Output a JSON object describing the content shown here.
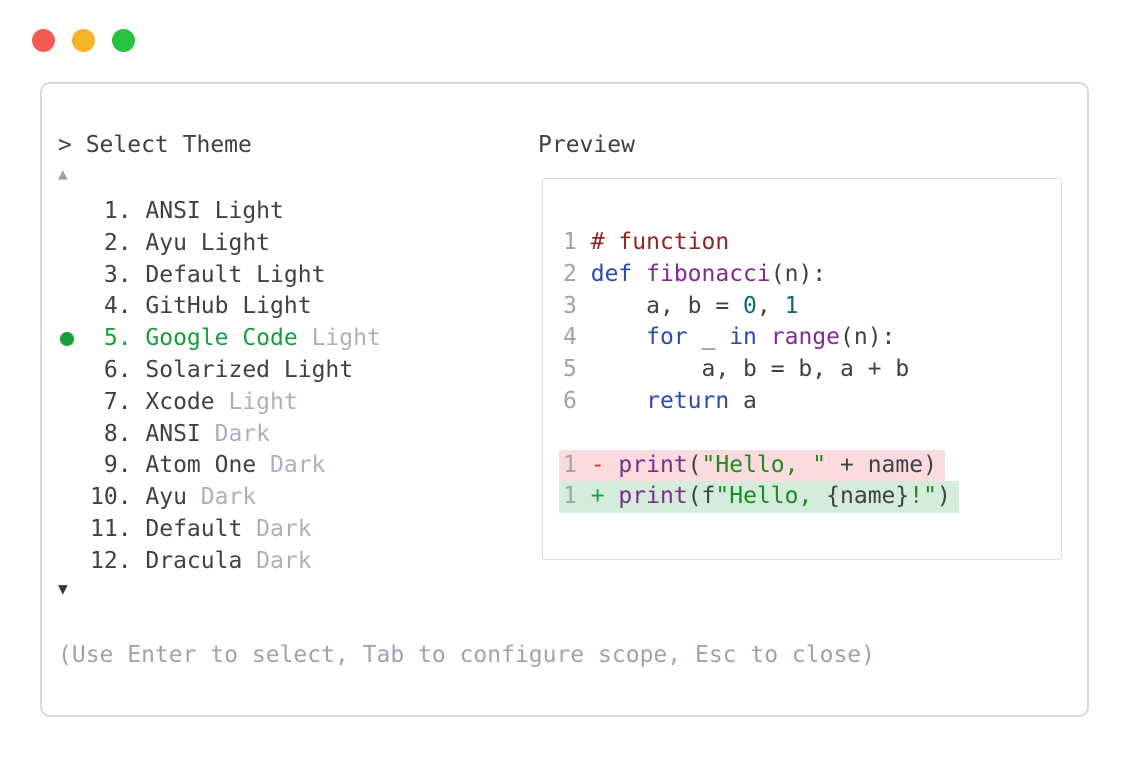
{
  "window": {
    "controls": [
      {
        "name": "close",
        "color": "#f25c54"
      },
      {
        "name": "minimize",
        "color": "#f3b32b"
      },
      {
        "name": "maximize",
        "color": "#27c33d"
      }
    ]
  },
  "picker": {
    "prompt": "> Select Theme",
    "scroll_up_symbol": "▲",
    "scroll_down_symbol": "▼",
    "footer_hint": "(Use Enter to select, Tab to configure scope, Esc to close)",
    "selected_number": "5.",
    "selected_color": "#1a9e3c",
    "items": [
      {
        "number": "1.",
        "name": "ANSI",
        "variant": "Light",
        "selected": false,
        "variant_muted": false
      },
      {
        "number": "2.",
        "name": "Ayu",
        "variant": "Light",
        "selected": false,
        "variant_muted": false
      },
      {
        "number": "3.",
        "name": "Default",
        "variant": "Light",
        "selected": false,
        "variant_muted": false
      },
      {
        "number": "4.",
        "name": "GitHub",
        "variant": "Light",
        "selected": false,
        "variant_muted": false
      },
      {
        "number": "5.",
        "name": "Google Code",
        "variant": "Light",
        "selected": true,
        "variant_muted": true
      },
      {
        "number": "6.",
        "name": "Solarized",
        "variant": "Light",
        "selected": false,
        "variant_muted": false
      },
      {
        "number": "7.",
        "name": "Xcode",
        "variant": "Light",
        "selected": false,
        "variant_muted": true
      },
      {
        "number": "8.",
        "name": "ANSI",
        "variant": "Dark",
        "selected": false,
        "variant_muted": true
      },
      {
        "number": "9.",
        "name": "Atom One",
        "variant": "Dark",
        "selected": false,
        "variant_muted": true
      },
      {
        "number": "10.",
        "name": "Ayu",
        "variant": "Dark",
        "selected": false,
        "variant_muted": true
      },
      {
        "number": "11.",
        "name": "Default",
        "variant": "Dark",
        "selected": false,
        "variant_muted": true
      },
      {
        "number": "12.",
        "name": "Dracula",
        "variant": "Dark",
        "selected": false,
        "variant_muted": true
      }
    ]
  },
  "preview": {
    "label": "Preview",
    "syntax_colors": {
      "comment": "#8e2626",
      "keyword": "#2c4aaf",
      "function": "#7e2c8e",
      "number": "#0d6d6d",
      "string": "#1e8a1e",
      "plain": "#3e4145",
      "line_number": "#9aa3b2",
      "diff_minus": "#c43a3a",
      "diff_plus": "#1e9e44",
      "removed_bg": "#fbdbdd",
      "added_bg": "#d3ecdb"
    },
    "lines": [
      {
        "number": "1",
        "highlight": "none",
        "tokens": [
          {
            "style": "comment",
            "text": "# function"
          }
        ]
      },
      {
        "number": "2",
        "highlight": "none",
        "tokens": [
          {
            "style": "keyword",
            "text": "def"
          },
          {
            "style": "plain",
            "text": " "
          },
          {
            "style": "func",
            "text": "fibonacci"
          },
          {
            "style": "plain",
            "text": "(n):"
          }
        ]
      },
      {
        "number": "3",
        "highlight": "none",
        "tokens": [
          {
            "style": "plain",
            "text": "    a, b = "
          },
          {
            "style": "number",
            "text": "0"
          },
          {
            "style": "plain",
            "text": ", "
          },
          {
            "style": "number",
            "text": "1"
          }
        ]
      },
      {
        "number": "4",
        "highlight": "none",
        "tokens": [
          {
            "style": "plain",
            "text": "    "
          },
          {
            "style": "keyword",
            "text": "for"
          },
          {
            "style": "plain",
            "text": " _ "
          },
          {
            "style": "keyword",
            "text": "in"
          },
          {
            "style": "plain",
            "text": " "
          },
          {
            "style": "func",
            "text": "range"
          },
          {
            "style": "plain",
            "text": "(n):"
          }
        ]
      },
      {
        "number": "5",
        "highlight": "none",
        "tokens": [
          {
            "style": "plain",
            "text": "        a, b = b, a + b"
          }
        ]
      },
      {
        "number": "6",
        "highlight": "none",
        "tokens": [
          {
            "style": "keyword",
            "text": "    return"
          },
          {
            "style": "plain",
            "text": " a"
          }
        ]
      },
      {
        "number": "",
        "highlight": "none",
        "tokens": []
      },
      {
        "number": "1",
        "highlight": "removed",
        "tokens": [
          {
            "style": "minus",
            "text": "- "
          },
          {
            "style": "func",
            "text": "print"
          },
          {
            "style": "plain",
            "text": "("
          },
          {
            "style": "string",
            "text": "\"Hello, \""
          },
          {
            "style": "plain",
            "text": " + name)"
          }
        ]
      },
      {
        "number": "1",
        "highlight": "added",
        "tokens": [
          {
            "style": "plus",
            "text": "+ "
          },
          {
            "style": "func",
            "text": "print"
          },
          {
            "style": "plain",
            "text": "(f"
          },
          {
            "style": "string",
            "text": "\"Hello, "
          },
          {
            "style": "plain",
            "text": "{name}"
          },
          {
            "style": "string",
            "text": "!\""
          },
          {
            "style": "plain",
            "text": ")"
          }
        ]
      }
    ]
  }
}
